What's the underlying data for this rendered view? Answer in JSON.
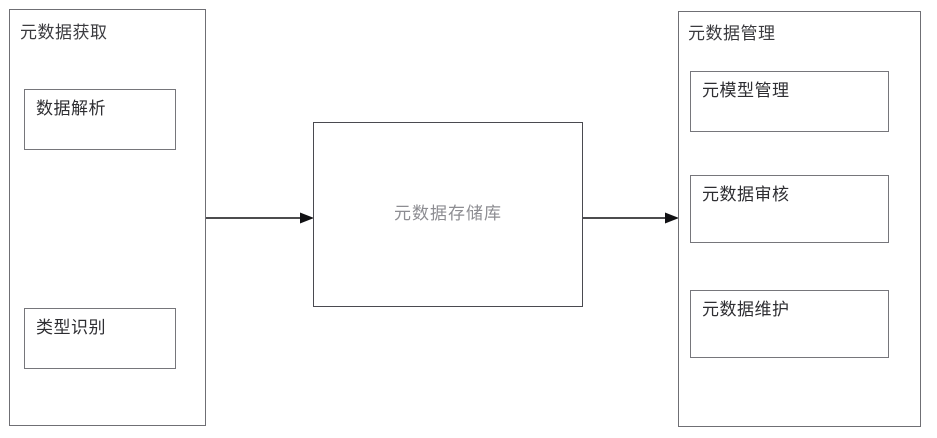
{
  "diagram": {
    "type": "block-flow-diagram",
    "left_panel": {
      "title": "元数据获取",
      "items": [
        {
          "label": "数据解析"
        },
        {
          "label": "类型识别"
        }
      ]
    },
    "center_block": {
      "label": "元数据存储库"
    },
    "right_panel": {
      "title": "元数据管理",
      "items": [
        {
          "label": "元模型管理"
        },
        {
          "label": "元数据审核"
        },
        {
          "label": "元数据维护"
        }
      ]
    },
    "connectors": [
      {
        "name": "acquisition-to-repository",
        "from": "元数据获取",
        "to": "元数据存储库",
        "direction": "right"
      },
      {
        "name": "repository-to-management",
        "from": "元数据存储库",
        "to": "元数据管理",
        "direction": "right"
      }
    ],
    "colors": {
      "stroke": "#6f6f74",
      "text": "#2e2e32",
      "muted_text": "#8d8d92",
      "background": "#ffffff"
    }
  }
}
